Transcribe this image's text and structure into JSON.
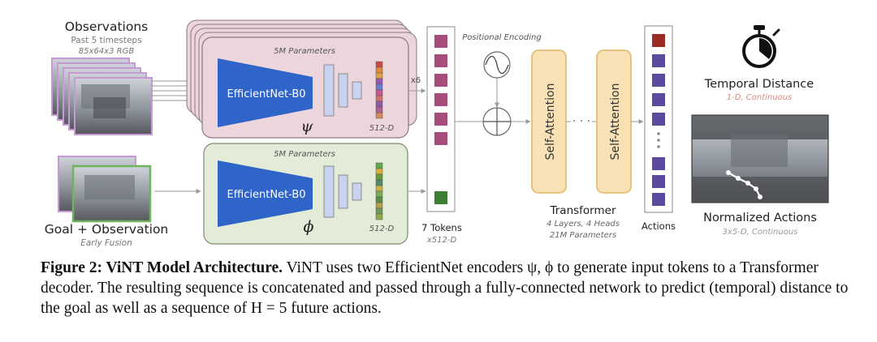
{
  "observations": {
    "title": "Observations",
    "subtitle": "Past 5 timesteps",
    "spec": "85x64x3 RGB"
  },
  "goal": {
    "title": "Goal + Observation",
    "subtitle": "Early Fusion"
  },
  "encoder_top": {
    "params": "5M Parameters",
    "name": "EfficientNet-B0",
    "symbol": "ψ",
    "dim": "512-D",
    "repeat": "x6"
  },
  "encoder_bottom": {
    "params": "5M Parameters",
    "name": "EfficientNet-B0",
    "symbol": "ϕ",
    "dim": "512-D"
  },
  "tokens": {
    "label": "7 Tokens",
    "sub": "x512-D"
  },
  "positional_encoding": "Positional Encoding",
  "transformer": {
    "block1": "Self-Attention",
    "block2": "Self-Attention",
    "ellipsis": "· · ·",
    "title": "Transformer",
    "line1": "4 Layers, 4 Heads",
    "line2": "21M Parameters"
  },
  "actions": {
    "label": "Actions"
  },
  "temporal_distance": {
    "title": "Temporal Distance",
    "sub": "1-D, Continuous"
  },
  "normalized_actions": {
    "title": "Normalized Actions",
    "sub": "3x5-D, Continuous"
  },
  "caption": {
    "label": "Figure 2: ViNT Model Architecture.",
    "text": " ViNT uses two EfficientNet encoders ψ, ϕ to generate input tokens to a Transformer decoder. The resulting sequence is concatenated and passed through a fully-connected network to predict (temporal) distance to the goal as well as a sequence of H = 5 future actions."
  },
  "colors": {
    "encoder_top_fill": "#ecd6dc",
    "encoder_bottom_fill": "#e2ecd8",
    "efficientnet": "#2f64c8",
    "token_top": "#a64d79",
    "token_goal": "#3e7d33",
    "action_first": "#9e2a24",
    "action": "#5b4a9e",
    "transformer_fill": "#f8e1b4",
    "transformer_stroke": "#e3b463",
    "annotation": "#d8887b"
  }
}
